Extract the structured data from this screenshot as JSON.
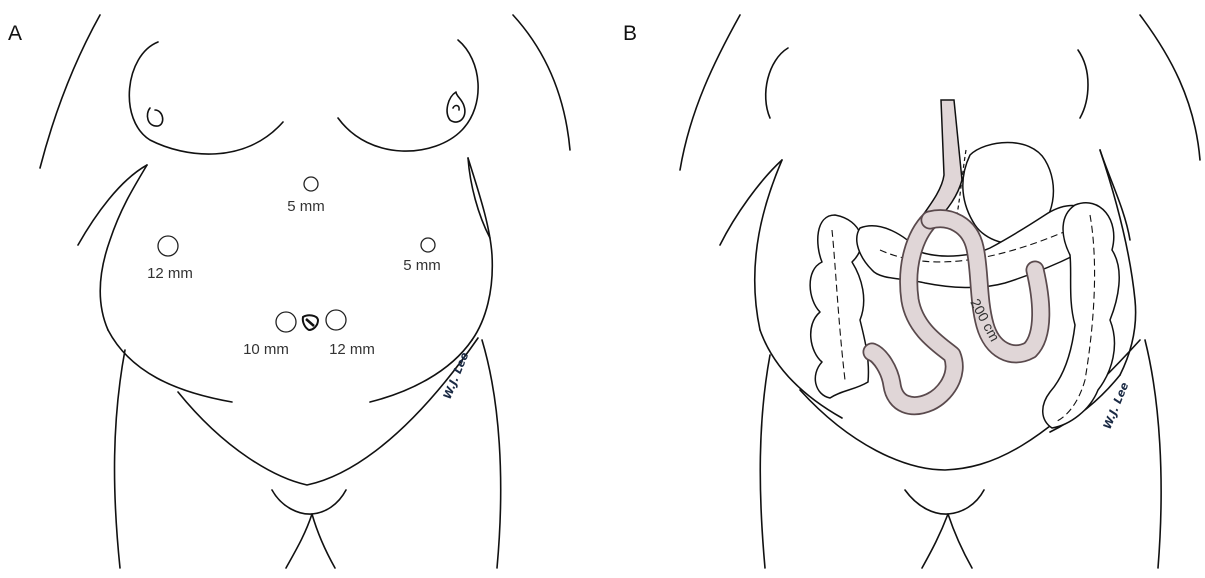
{
  "panels": [
    {
      "letter": "A",
      "ports": [
        {
          "label": "5 mm"
        },
        {
          "label": "12 mm"
        },
        {
          "label": "5 mm"
        },
        {
          "label": "10 mm"
        },
        {
          "label": "12 mm"
        }
      ],
      "signature": "W.J. Lee"
    },
    {
      "letter": "B",
      "limb_label": "200 cm",
      "signature": "W.J. Lee"
    }
  ],
  "colors": {
    "line": "#111111",
    "bowel_fill": "#e0d6d7",
    "bowel_outline": "#5a4a4d",
    "label_text": "#333333"
  }
}
